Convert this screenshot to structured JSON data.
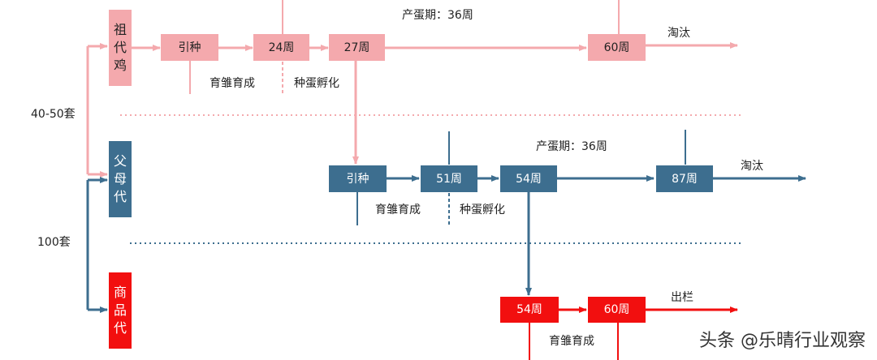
{
  "tiers": {
    "grandparent": {
      "label": [
        "祖",
        "代",
        "鸡"
      ]
    },
    "parent": {
      "label": [
        "父",
        "母",
        "代"
      ]
    },
    "commercial": {
      "label": [
        "商",
        "品",
        "代"
      ]
    }
  },
  "ratios": {
    "gp_to_parent": "40-50套",
    "parent_to_commercial": "100套"
  },
  "row1": {
    "laying_period": "产蛋期：36周",
    "boxes": [
      "引种",
      "24周",
      "27周",
      "60周"
    ],
    "rearing": "育雏育成",
    "hatching": "种蛋孵化",
    "end": "淘汰"
  },
  "row2": {
    "laying_period": "产蛋期：36周",
    "boxes": [
      "引种",
      "51周",
      "54周",
      "87周"
    ],
    "rearing": "育雏育成",
    "hatching": "种蛋孵化",
    "end": "淘汰"
  },
  "row3": {
    "boxes": [
      "54周",
      "60周"
    ],
    "rearing": "育雏育成",
    "end": "出栏"
  },
  "watermark": "头条 @乐晴行业观察",
  "colors": {
    "grandparent": "#f4a9ad",
    "parent": "#3d6e8f",
    "commercial": "#f20f0f"
  }
}
